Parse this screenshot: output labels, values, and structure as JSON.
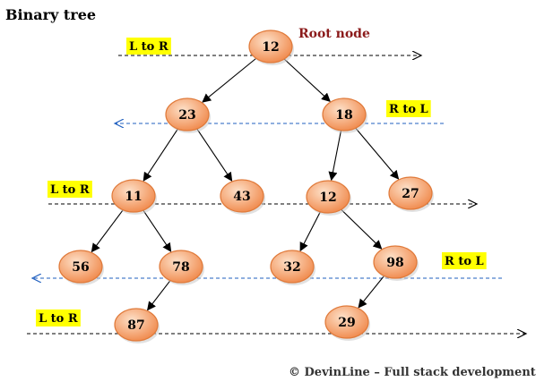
{
  "title": "Binary tree",
  "root_label": "Root node",
  "copyright": "© DevinLine – Full stack development",
  "traversal_labels": [
    "L to R",
    "R to L",
    "L to R",
    "R to L",
    "L to R"
  ],
  "traversal_directions": [
    "right",
    "left",
    "right",
    "left",
    "right"
  ],
  "nodes": [
    {
      "id": "n12a",
      "value": "12"
    },
    {
      "id": "n23",
      "value": "23"
    },
    {
      "id": "n18",
      "value": "18"
    },
    {
      "id": "n11",
      "value": "11"
    },
    {
      "id": "n43",
      "value": "43"
    },
    {
      "id": "n12b",
      "value": "12"
    },
    {
      "id": "n27",
      "value": "27"
    },
    {
      "id": "n56",
      "value": "56"
    },
    {
      "id": "n78",
      "value": "78"
    },
    {
      "id": "n32",
      "value": "32"
    },
    {
      "id": "n98",
      "value": "98"
    },
    {
      "id": "n87",
      "value": "87"
    },
    {
      "id": "n29",
      "value": "29"
    }
  ],
  "edges": [
    [
      "n12a",
      "n23"
    ],
    [
      "n12a",
      "n18"
    ],
    [
      "n23",
      "n11"
    ],
    [
      "n23",
      "n43"
    ],
    [
      "n18",
      "n12b"
    ],
    [
      "n18",
      "n27"
    ],
    [
      "n11",
      "n56"
    ],
    [
      "n11",
      "n78"
    ],
    [
      "n12b",
      "n32"
    ],
    [
      "n12b",
      "n98"
    ],
    [
      "n78",
      "n87"
    ],
    [
      "n98",
      "n29"
    ]
  ],
  "colors": {
    "node_fill_light": "#fde0c8",
    "node_fill_dark": "#f0884a",
    "node_stroke": "#e07a3a",
    "label_highlight": "#ffff00",
    "root_label_color": "#8b1a1a",
    "right_arrow_color": "#000000",
    "left_arrow_color": "#1f5fbf",
    "copyright_color": "#333333"
  }
}
